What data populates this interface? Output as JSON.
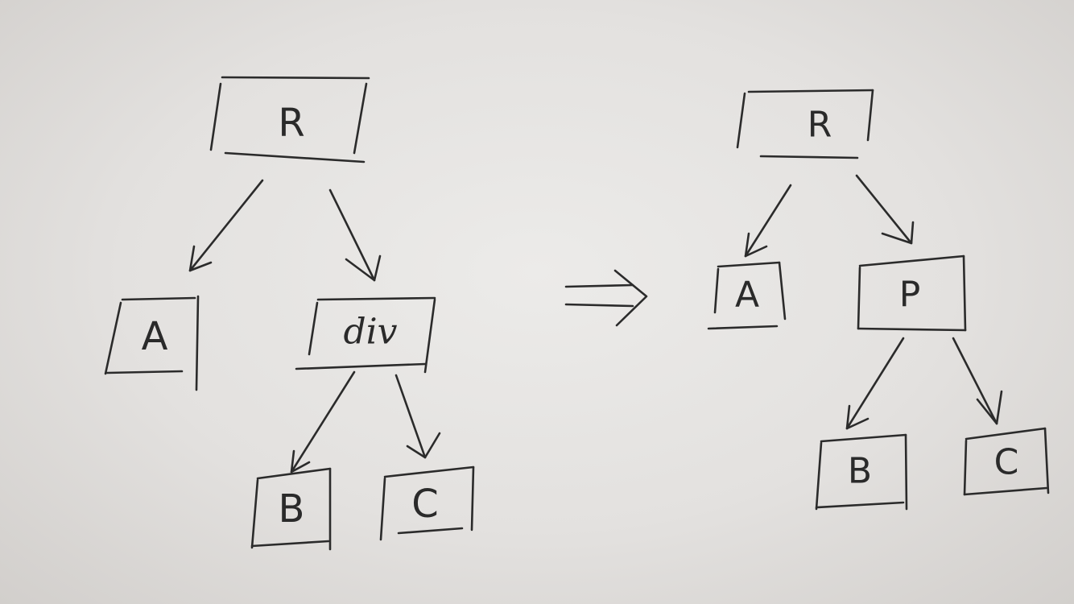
{
  "diagram": {
    "before": {
      "root": "R",
      "left_child": "A",
      "middle": "div",
      "leaf_left": "B",
      "leaf_right": "C"
    },
    "transform_arrow": "⇒",
    "after": {
      "root": "R",
      "left_child": "A",
      "middle": "P",
      "leaf_left": "B",
      "leaf_right": "C"
    }
  }
}
